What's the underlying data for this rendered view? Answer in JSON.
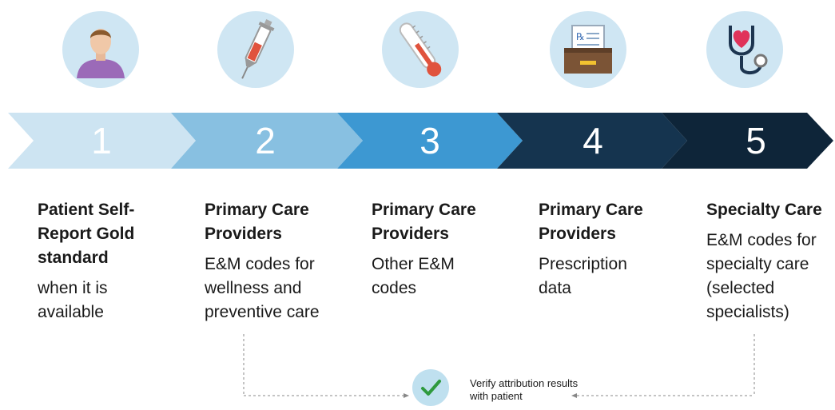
{
  "colors": {
    "icon_bg": "#cfe6f3",
    "step1": "#cde4f2",
    "step2": "#88c0e1",
    "step3": "#3d98d2",
    "step4": "#15344f",
    "step5": "#0e2539",
    "check": "#2f9a3e"
  },
  "steps": [
    {
      "number": "1",
      "icon": "patient-person-icon",
      "heading": "Patient Self-Report Gold standard",
      "body": "when it is available"
    },
    {
      "number": "2",
      "icon": "syringe-icon",
      "heading": "Primary Care Providers",
      "body": "E&M codes for wellness and preventive care"
    },
    {
      "number": "3",
      "icon": "thermometer-icon",
      "heading": "Primary Care Providers",
      "body": "Other E&M codes"
    },
    {
      "number": "4",
      "icon": "prescription-file-box-icon",
      "heading": "Primary Care Providers",
      "body": "Prescription data"
    },
    {
      "number": "5",
      "icon": "stethoscope-heart-icon",
      "heading": "Specialty Care",
      "body": "E&M codes for specialty care (selected specialists)"
    }
  ],
  "verify": {
    "icon": "checkmark-icon",
    "text": "Verify attribution results with patient"
  }
}
